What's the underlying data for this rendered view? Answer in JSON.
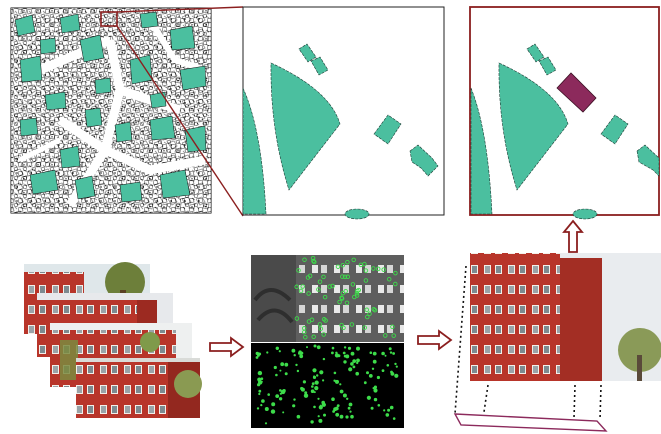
{
  "colors": {
    "shape_fill": "#4bbf9f",
    "highlight_fill": "#8c2a5c",
    "frame_red": "#8b1f1f",
    "arrow_red": "#8b1f1f",
    "building_red": "#b8352a",
    "green_point": "#3ddc4a",
    "map_ink": "#111111",
    "footprint_outline": "#8c2a5c"
  },
  "panels": {
    "aerial_map": {
      "kind": "building-footprint-map",
      "has_zoom_box": true
    },
    "zoom_panel": {
      "kind": "zoomed-footprints"
    },
    "result_panel": {
      "kind": "zoomed-footprints-with-detected-building"
    },
    "photo_stack": {
      "kind": "facade-photo-collection",
      "count": 4
    },
    "feature_panel": {
      "kind": "feature-detection",
      "views": [
        "grayscale-with-keypoints",
        "keypoints-on-black"
      ]
    },
    "reconstruction": {
      "kind": "facade-with-footprint-projection"
    }
  },
  "arrows": [
    {
      "name": "stack-to-features",
      "direction": "right"
    },
    {
      "name": "features-to-reconstruction",
      "direction": "right"
    },
    {
      "name": "reconstruction-to-result",
      "direction": "up"
    }
  ]
}
